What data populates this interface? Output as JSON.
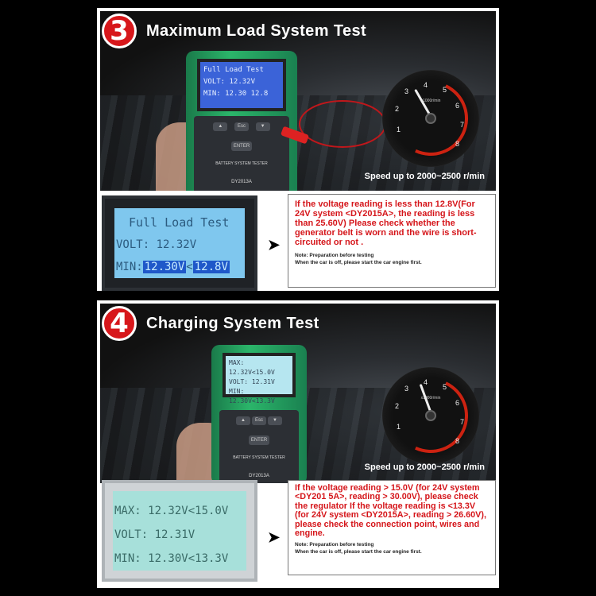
{
  "panel3": {
    "badge": "3",
    "title": "Maximum Load System Test",
    "speed": "Speed up to 2000~2500 r/min",
    "device_screen": {
      "line1": "Full Load Test",
      "line2": "VOLT: 12.32V",
      "line3_label": "MIN:",
      "line3_a": "12.30",
      "line3_b": "12.8"
    },
    "device_keys": [
      "▲",
      "Esc",
      "▼"
    ],
    "device_enter": "ENTER",
    "device_text": "BATTERY SYSTEM TESTER",
    "device_model": "DY2013A",
    "gauge_numbers": [
      "1",
      "2",
      "3",
      "4",
      "5",
      "6",
      "7",
      "8"
    ],
    "gauge_unit": "x1000r/min",
    "lcd": {
      "title": "Full Load Test",
      "volt": "VOLT: 12.32V",
      "min_label": "MIN:",
      "min_value": "12.30V",
      "min_sep": "<",
      "min_limit": "12.8V"
    },
    "note": "If the voltage reading is less than 12.8V(For 24V system <DY2015A>, the reading is less than 25.60V) Please check whether the generator belt is worn and the wire is short-circuited or not .",
    "note_small_1": "Note: Preparation before testing",
    "note_small_2": "When the car is off, please start the car engine first."
  },
  "panel4": {
    "badge": "4",
    "title": "Charging System Test",
    "speed": "Speed up to 2000~2500 r/min",
    "device_screen": {
      "line1": "MAX: 12.32V<15.0V",
      "line2": "VOLT: 12.31V",
      "line3": "MIN: 12.30V<13.3V"
    },
    "device_keys": [
      "▲",
      "Esc",
      "▼"
    ],
    "device_enter": "ENTER",
    "device_text": "BATTERY SYSTEM TESTER",
    "device_model": "DY2013A",
    "gauge_numbers": [
      "1",
      "2",
      "3",
      "4",
      "5",
      "6",
      "7",
      "8"
    ],
    "gauge_unit": "x1000r/min",
    "lcd": {
      "max": "MAX: 12.32V<15.0V",
      "volt": "VOLT: 12.31V",
      "min": "MIN: 12.30V<13.3V"
    },
    "note": "If the voltage reading > 15.0V (for 24V system <DY201 5A>, reading > 30.00V), please check the regulator If the voltage reading is <13.3V (for 24V system <DY2015A>, reading > 26.60V), please check the connection point, wires and engine.",
    "note_small_1": "Note: Preparation before testing",
    "note_small_2": "When the car is off, please start the car engine first."
  },
  "arrow_glyph": "➤",
  "colors": {
    "badge": "#d7171b",
    "note_red": "#d5151a",
    "lcd_blue": "#7fc7ee",
    "lcd_green": "#a7e0da",
    "device_green": "#2bb56a"
  }
}
